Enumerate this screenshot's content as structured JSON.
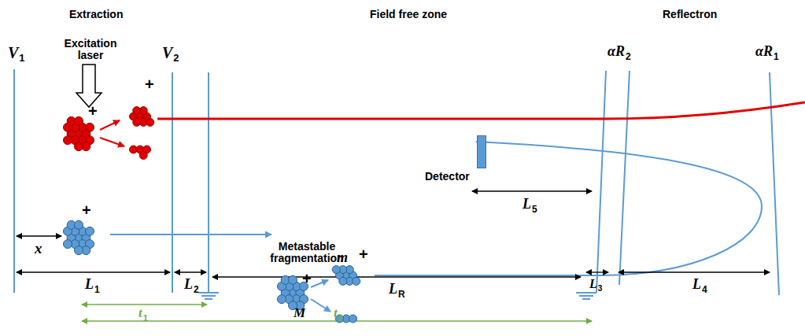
{
  "diagram": {
    "nodes": [
      {
        "text": [
          "Detector"
        ]
      }
    ],
    "labels": [
      "Extraction",
      "Field free zone",
      "Reflectron",
      "Excitation laser",
      "V",
      "1",
      "V",
      "2",
      "αR",
      "2",
      "αR",
      "1",
      "+",
      "+",
      "+",
      "x",
      "L",
      "1",
      "L",
      "2",
      "Metastable fragmentation",
      "m",
      "+",
      "+",
      "L",
      "R",
      "L",
      "3",
      "L",
      "4",
      "L",
      "5",
      "M",
      "t",
      "1",
      "t",
      "2"
    ]
  }
}
